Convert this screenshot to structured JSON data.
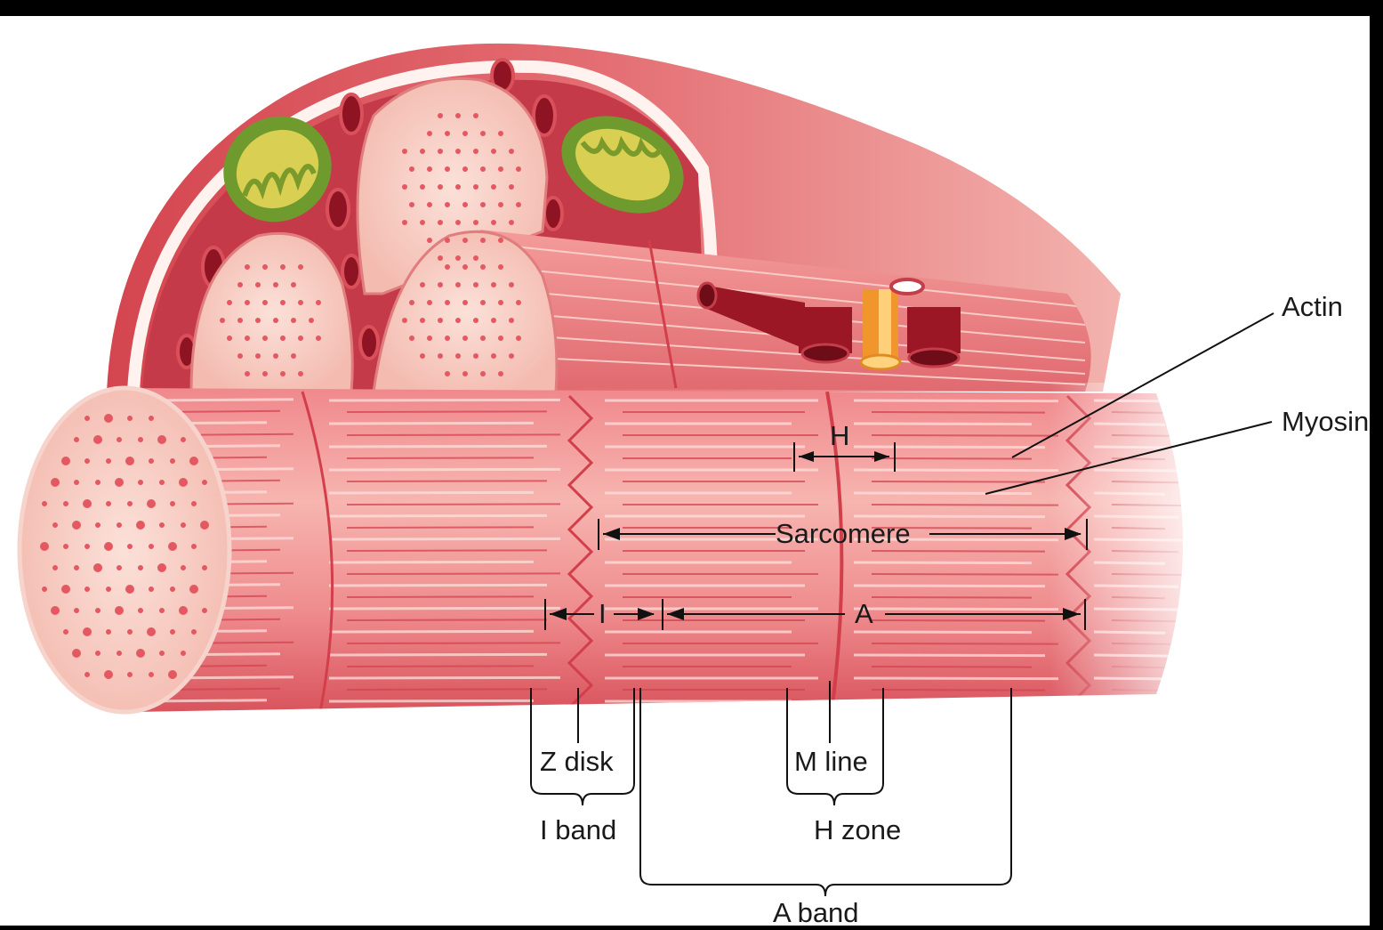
{
  "labels": {
    "actin": "Actin",
    "myosin": "Myosin",
    "h": "H",
    "sarcomere": "Sarcomere",
    "i": "I",
    "a": "A",
    "z_disk": "Z disk",
    "m_line": "M line",
    "i_band": "I band",
    "h_zone": "H zone",
    "a_band": "A band"
  },
  "colors": {
    "background": "#000000",
    "canvas": "#ffffff",
    "fiber": "#e9727a",
    "fiber_light": "#f6b7b2",
    "fiber_dark": "#c94450",
    "filament_dark": "#d2434f",
    "filament_light": "#fde0dc",
    "cross_section": "#f8cfc6",
    "dot": "#e45862",
    "mitochondria_outer": "#7a9a2c",
    "mitochondria_inner": "#e6d66a",
    "vessel": "#a31926",
    "nerve": "#f3a13a",
    "line": "#111111"
  }
}
